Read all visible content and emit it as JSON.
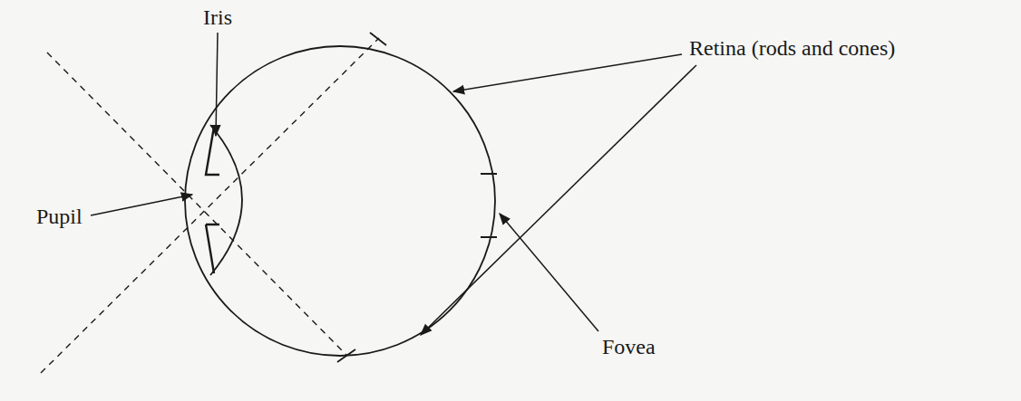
{
  "diagram": {
    "labels": [
      "Iris",
      "Pupil",
      "Retina (rods and cones)",
      "Fovea"
    ]
  }
}
